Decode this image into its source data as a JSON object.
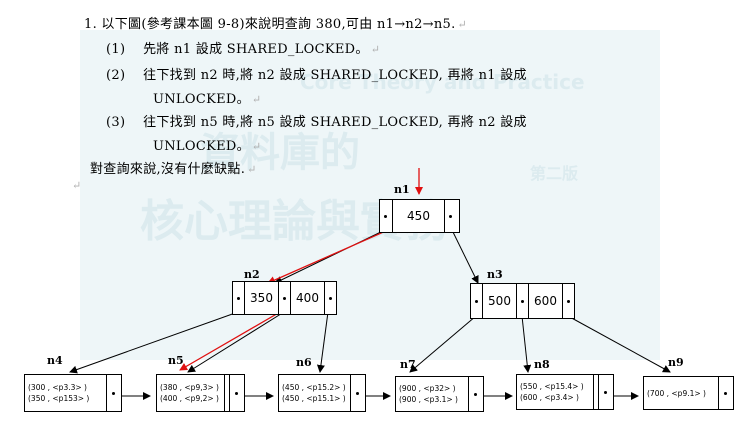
{
  "text": {
    "line1": "1. 以下圖(參考課本圖 9-8)來說明查詢 380,可由 n1→n2→n5.",
    "step1_num": "(1)",
    "step1": "先將 n1 設成 SHARED_LOCKED。",
    "step2_num": "(2)",
    "step2a": "往下找到 n2 時,將 n2 設成 SHARED_LOCKED, 再將 n1 設成",
    "step2b": "UNLOCKED。",
    "step3_num": "(3)",
    "step3a": "往下找到 n5 時,將 n5 設成 SHARED_LOCKED, 再將 n2 設成",
    "step3b": "UNLOCKED。",
    "conclusion": "對查詢來說,沒有什麼缺點.",
    "para_mark": "↵"
  },
  "watermark": {
    "subtitle": "Core Theory and Practice",
    "title": "核心理論與實務",
    "title_top": "資料庫的",
    "edition": "第二版"
  },
  "tree": {
    "n1": {
      "label": "n1",
      "keys": [
        "450"
      ]
    },
    "n2": {
      "label": "n2",
      "keys": [
        "350",
        "400"
      ]
    },
    "n3": {
      "label": "n3",
      "keys": [
        "500",
        "600"
      ]
    },
    "n4": {
      "label": "n4",
      "records": [
        "(300 , <p3.3> )",
        "(350 , <p153> )"
      ]
    },
    "n5": {
      "label": "n5",
      "records": [
        "(380 , <p9,3> )",
        "(400 , <p9,2> )"
      ]
    },
    "n6": {
      "label": "n6",
      "records": [
        "(450 , <p15.2> )",
        "(450 , <p15.1> )"
      ]
    },
    "n7": {
      "label": "n7",
      "records": [
        "(900 , <p32> )",
        "(900 , <p3.1> )"
      ]
    },
    "n8": {
      "label": "n8",
      "records": [
        "(550 , <p15.4> )",
        "(600 , <p3.4> )"
      ]
    },
    "n9": {
      "label": "n9",
      "records": [
        "(700 , <p9.1> )"
      ]
    }
  },
  "colors": {
    "search_path": "#e01010",
    "edge": "#000000",
    "watermark": "#eef6f8"
  }
}
